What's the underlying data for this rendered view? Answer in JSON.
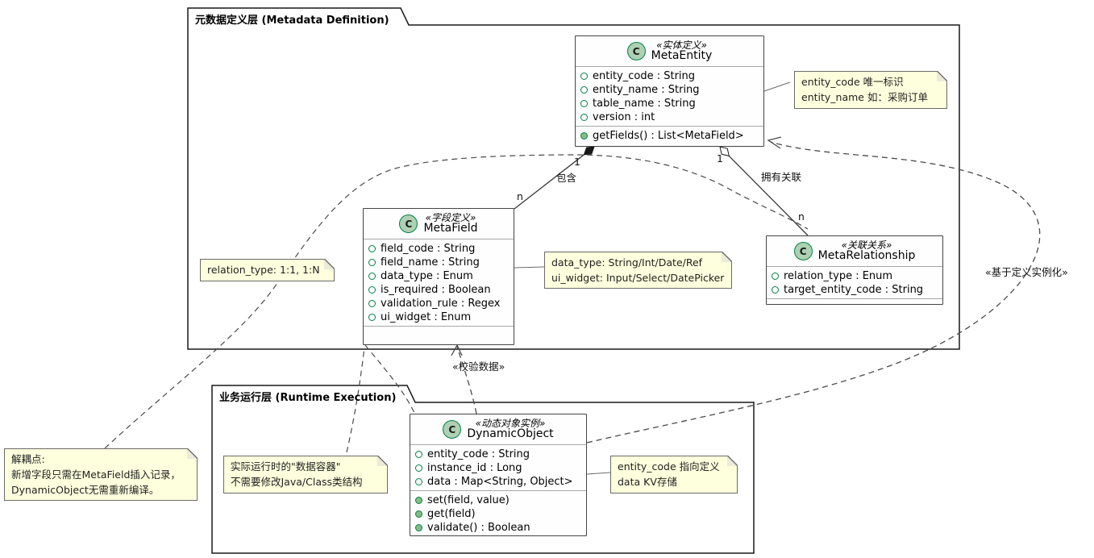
{
  "packages": [
    {
      "title": "元数据定义层 (Metadata Definition)"
    },
    {
      "title": "业务运行层 (Runtime Execution)"
    }
  ],
  "classes": [
    {
      "icon_letter": "C",
      "stereotype": "«实体定义»",
      "name": "MetaEntity",
      "attributes": [
        "entity_code : String",
        "entity_name : String",
        "table_name : String",
        "version : int"
      ],
      "methods": [
        "getFields() : List<MetaField>"
      ]
    },
    {
      "icon_letter": "C",
      "stereotype": "«字段定义»",
      "name": "MetaField",
      "attributes": [
        "field_code : String",
        "field_name : String",
        "data_type : Enum",
        "is_required : Boolean",
        "validation_rule : Regex",
        "ui_widget : Enum"
      ],
      "methods": []
    },
    {
      "icon_letter": "C",
      "stereotype": "«关联关系»",
      "name": "MetaRelationship",
      "attributes": [
        "relation_type : Enum",
        "target_entity_code : String"
      ],
      "methods": []
    },
    {
      "icon_letter": "C",
      "stereotype": "«动态对象实例»",
      "name": "DynamicObject",
      "attributes": [
        "entity_code : String",
        "instance_id : Long",
        "data : Map<String, Object>"
      ],
      "methods": [
        "set(field, value)",
        "get(field)",
        "validate() : Boolean"
      ]
    }
  ],
  "notes": [
    {
      "lines": [
        "entity_code 唯一标识",
        "entity_name 如：采购订单"
      ]
    },
    {
      "lines": [
        "data_type: String/Int/Date/Ref",
        "ui_widget: Input/Select/DatePicker"
      ]
    },
    {
      "lines": [
        "relation_type: 1:1, 1:N"
      ]
    },
    {
      "lines": [
        "解耦点:",
        "新增字段只需在MetaField插入记录，",
        "DynamicObject无需重新编译。"
      ]
    },
    {
      "lines": [
        "实际运行时的\"数据容器\"",
        "不需要修改Java/Class类结构"
      ]
    },
    {
      "lines": [
        "entity_code 指向定义",
        "data KV存储"
      ]
    }
  ],
  "edges": {
    "contains": {
      "label": "包含",
      "from_mult": "1",
      "to_mult": "n"
    },
    "has_relation": {
      "label": "拥有关联",
      "from_mult": "1",
      "to_mult": "n"
    },
    "validate": {
      "label": "«校验数据»"
    },
    "instantiate": {
      "label": "«基于定义实例化»"
    }
  },
  "colors": {
    "note_bg": "#FEFFDD",
    "class_bg": "#FEFEFE",
    "class_icon_bg": "#ADD1B2",
    "icon_border": "#038048",
    "method_dot": "#84BE84",
    "line": "#454545"
  }
}
